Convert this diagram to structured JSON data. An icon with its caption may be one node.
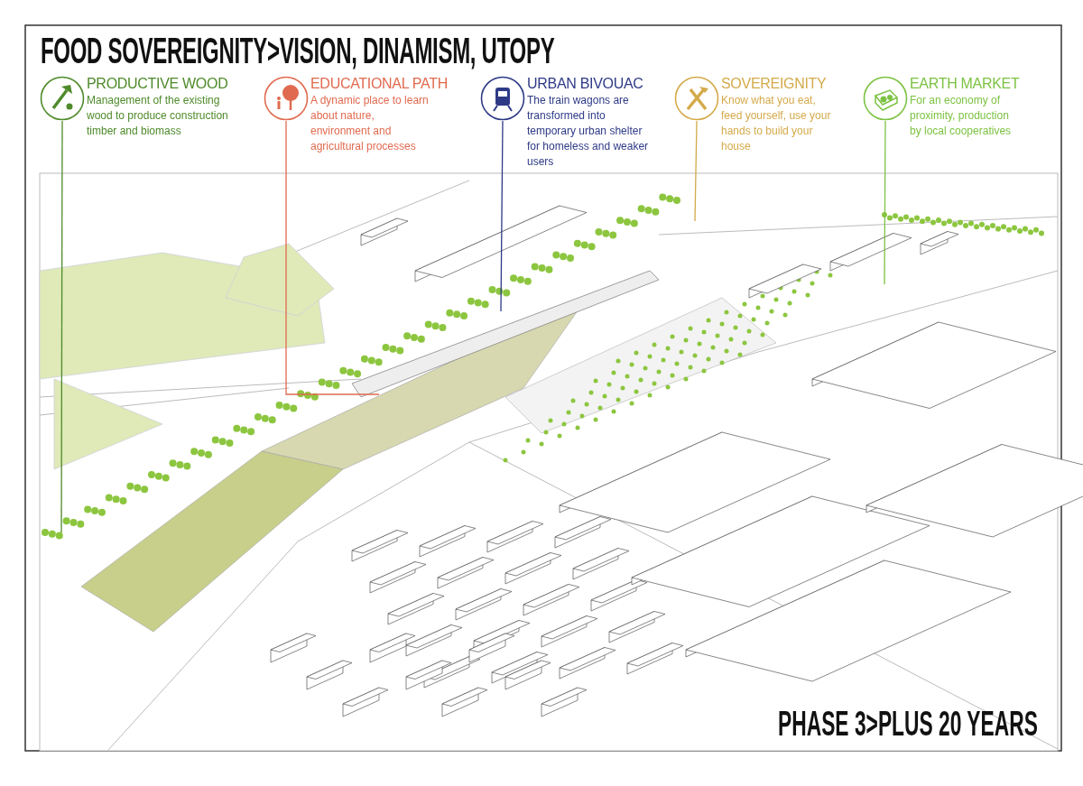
{
  "diagram": {
    "title": "FOOD SOVEREIGNITY>VISION, DINAMISM, UTOPY",
    "nodes": [
      {
        "text": [
          "PRODUCTIVE WOOD",
          "Management of the existing wood to produce construction timber and biomass"
        ]
      },
      {
        "text": [
          "EDUCATIONAL PATH",
          "A dynamic place to learn about nature, environment and agricultural processes"
        ]
      },
      {
        "text": [
          "URBAN BIVOUAC",
          "The train wagons are transformed into temporary urban shelter for homeless and weaker users"
        ]
      },
      {
        "text": [
          "SOVEREIGNITY",
          "Know what you eat, feed yourself, use your hands to build your house"
        ]
      },
      {
        "text": [
          "EARTH MARKET",
          "For an economy of proximity, production by local cooperatives"
        ]
      }
    ],
    "edges": [
      {
        "from": 0,
        "to": null,
        "arrow": "none",
        "color": "#4e8a2a"
      },
      {
        "from": 1,
        "to": null,
        "arrow": "none",
        "color": "#e06a4f"
      },
      {
        "from": 2,
        "to": null,
        "arrow": "none",
        "color": "#2e3a86"
      },
      {
        "from": 3,
        "to": null,
        "arrow": "none",
        "color": "#d4aa4a"
      },
      {
        "from": 4,
        "to": null,
        "arrow": "none",
        "color": "#7cc242"
      }
    ],
    "labels": [
      "PHASE 3>PLUS 20 YEARS"
    ]
  }
}
